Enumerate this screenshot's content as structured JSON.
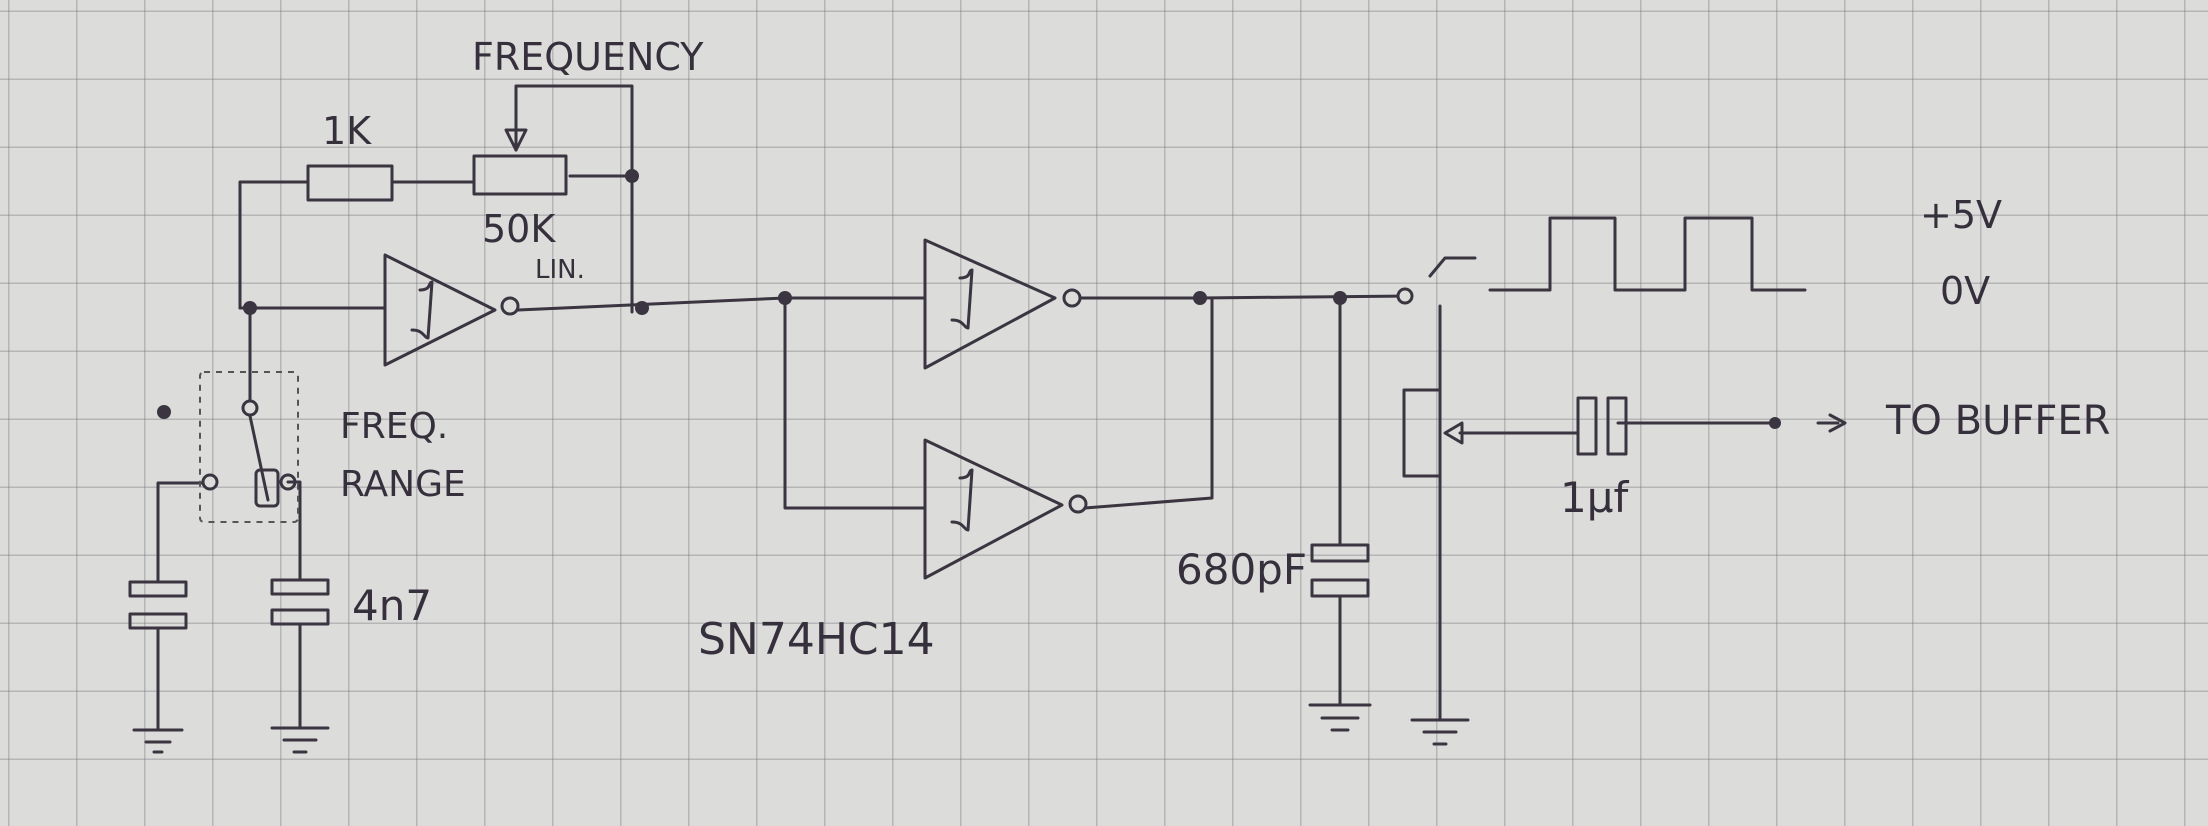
{
  "labels": {
    "frequency": "FREQUENCY",
    "r_1k": "1K",
    "pot_50k": "50K",
    "lin": "LIN.",
    "freq": "FREQ.",
    "range": "RANGE",
    "cap_4n7": "4n7",
    "chip": "SN74HC14",
    "cap_680pf": "680pF",
    "v_plus5": "+5V",
    "v_zero": "0V",
    "cap_1uf": "1μf",
    "to_buffer": "TO BUFFER"
  },
  "colors": {
    "paper": "#dcdcda",
    "grid": "#8a8a92",
    "ink": "#3a3540"
  }
}
